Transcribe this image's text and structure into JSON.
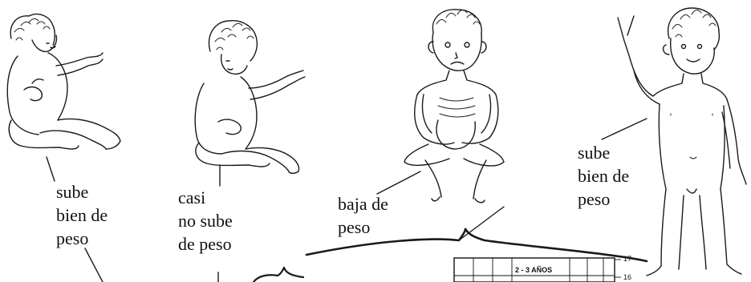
{
  "figures": [
    {
      "id": "baby-sitting",
      "state": "good-weight-gain"
    },
    {
      "id": "baby-leaning",
      "state": "little-weight-gain"
    },
    {
      "id": "malnourished-child",
      "state": "weight-loss"
    },
    {
      "id": "standing-child",
      "state": "good-weight-gain"
    }
  ],
  "labels": {
    "left_baby": [
      "sube",
      "bien de",
      "peso"
    ],
    "middle_baby": [
      "casi",
      "no sube",
      "de peso"
    ],
    "thin_child": [
      "baja de",
      "peso"
    ],
    "standing_child": [
      "sube",
      "bien de",
      "peso"
    ]
  },
  "growth_chart": {
    "title": "2 - 3 AÑOS",
    "ticks": [
      "17",
      "16"
    ]
  }
}
